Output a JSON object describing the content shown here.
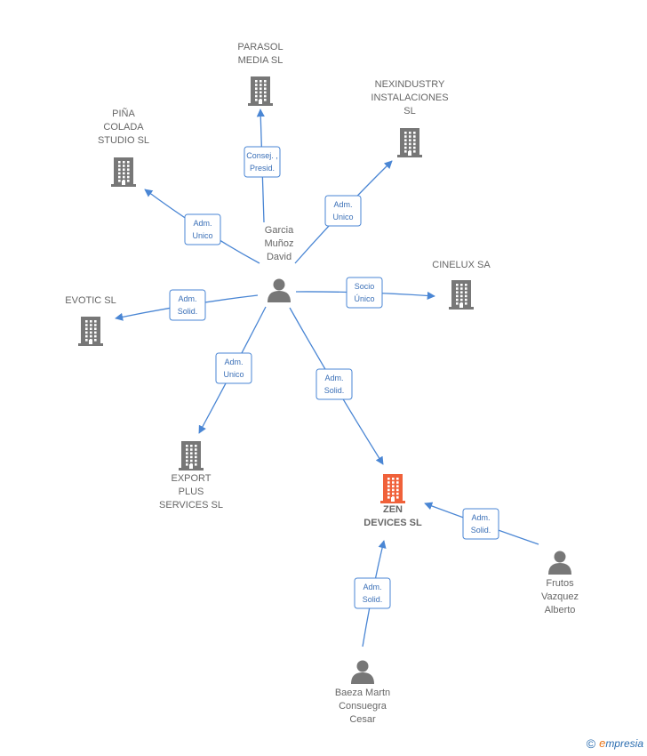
{
  "colors": {
    "edge": "#4a86d4",
    "edge_text": "#3a6fb7",
    "company_icon": "#777777",
    "focus_company_icon": "#f0613a",
    "person_icon": "#777777",
    "label": "#666666"
  },
  "nodes": [
    {
      "id": "garcia",
      "type": "person",
      "label": [
        "Garcia",
        "Muñoz",
        "David"
      ]
    },
    {
      "id": "parasol",
      "type": "company",
      "label": [
        "PARASOL",
        "MEDIA  SL"
      ]
    },
    {
      "id": "nexindustry",
      "type": "company",
      "label": [
        "NEXINDUSTRY",
        "INSTALACIONES",
        "SL"
      ]
    },
    {
      "id": "pina",
      "type": "company",
      "label": [
        "PIÑA",
        "COLADA",
        "STUDIO  SL"
      ]
    },
    {
      "id": "cinelux",
      "type": "company",
      "label": [
        "CINELUX SA"
      ]
    },
    {
      "id": "evotic",
      "type": "company",
      "label": [
        "EVOTIC  SL"
      ]
    },
    {
      "id": "export",
      "type": "company",
      "label": [
        "EXPORT",
        "PLUS",
        "SERVICES  SL"
      ]
    },
    {
      "id": "zen",
      "type": "company",
      "focus": true,
      "label": [
        "ZEN",
        "DEVICES  SL"
      ]
    },
    {
      "id": "frutos",
      "type": "person",
      "label": [
        "Frutos",
        "Vazquez",
        "Alberto"
      ]
    },
    {
      "id": "baeza",
      "type": "person",
      "label": [
        "Baeza Martn",
        "Consuegra",
        "Cesar"
      ]
    }
  ],
  "edges": [
    {
      "from": "garcia",
      "to": "parasol",
      "label": [
        "Consej. ,",
        "Presid."
      ]
    },
    {
      "from": "garcia",
      "to": "nexindustry",
      "label": [
        "Adm.",
        "Unico"
      ]
    },
    {
      "from": "garcia",
      "to": "pina",
      "label": [
        "Adm.",
        "Unico"
      ]
    },
    {
      "from": "garcia",
      "to": "cinelux",
      "label": [
        "Socio",
        "Único"
      ]
    },
    {
      "from": "garcia",
      "to": "evotic",
      "label": [
        "Adm.",
        "Solid."
      ]
    },
    {
      "from": "garcia",
      "to": "export",
      "label": [
        "Adm.",
        "Unico"
      ]
    },
    {
      "from": "garcia",
      "to": "zen",
      "label": [
        "Adm.",
        "Solid."
      ]
    },
    {
      "from": "frutos",
      "to": "zen",
      "label": [
        "Adm.",
        "Solid."
      ]
    },
    {
      "from": "baeza",
      "to": "zen",
      "label": [
        "Adm.",
        "Solid."
      ]
    }
  ],
  "brand": {
    "copyright": "©",
    "initial": "e",
    "name": "mpresia"
  }
}
